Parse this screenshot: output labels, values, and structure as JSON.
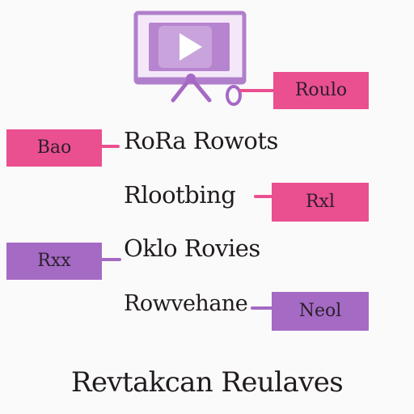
{
  "colors": {
    "pink": "#ea4f8f",
    "purple": "#a56ac4",
    "purple_light": "#c9a4dc",
    "text": "#1f1b1e"
  },
  "top_icon": {
    "name": "video-presentation-icon",
    "right_label": "Roulo"
  },
  "rows": [
    {
      "text": "RoRa Rowots",
      "tag": "Bao",
      "tag_side": "left",
      "tag_color": "pink"
    },
    {
      "text": "Rlootbing",
      "tag": "Rxl",
      "tag_side": "right",
      "tag_color": "pink"
    },
    {
      "text": "Oklo Rovies",
      "tag": "Rxx",
      "tag_side": "left",
      "tag_color": "purple"
    },
    {
      "text": "Rowvehane",
      "tag": "Neol",
      "tag_side": "right",
      "tag_color": "purple"
    }
  ],
  "footer": "Revtakcan Reulaves"
}
